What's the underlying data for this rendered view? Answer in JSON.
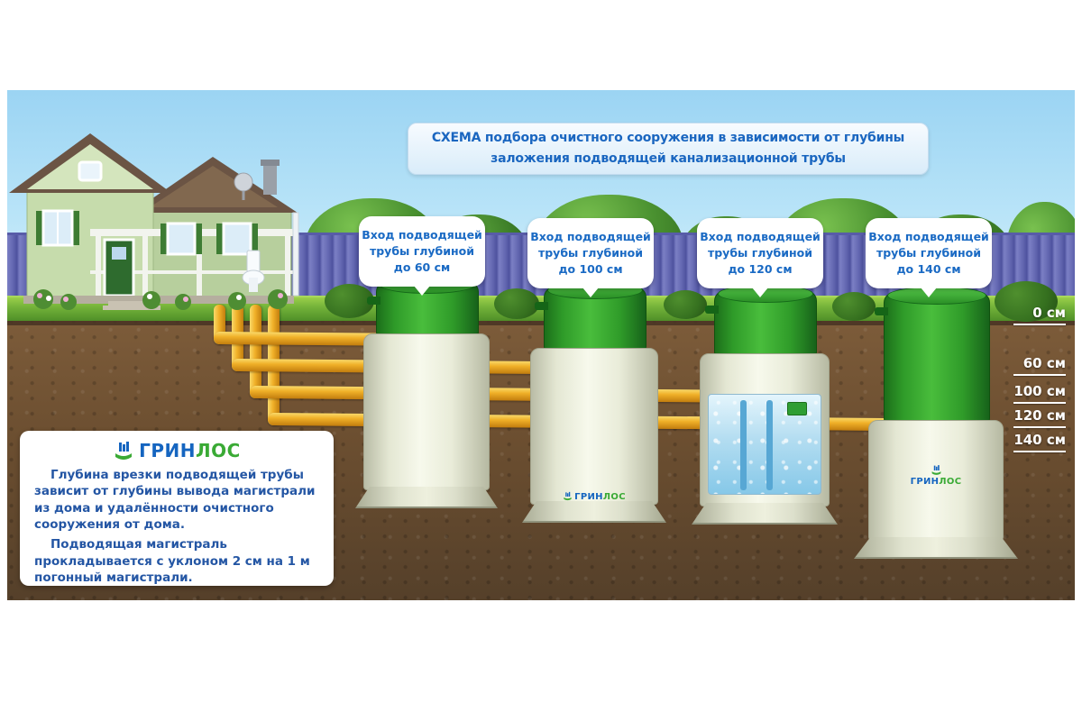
{
  "title": {
    "line1": "СХЕМА подбора очистного сооружения в зависимости от глубины",
    "line2": "заложения подводящей канализационной трубы"
  },
  "callouts": [
    {
      "line1": "Вход подводящей",
      "line2": "трубы глубиной",
      "line3": "до 60 см"
    },
    {
      "line1": "Вход подводящей",
      "line2": "трубы глубиной",
      "line3": "до 100 см"
    },
    {
      "line1": "Вход подводящей",
      "line2": "трубы глубиной",
      "line3": "до 120 см"
    },
    {
      "line1": "Вход подводящей",
      "line2": "трубы глубиной",
      "line3": "до 140 см"
    }
  ],
  "depth_scale": [
    {
      "label": "0 см"
    },
    {
      "label": "60 см"
    },
    {
      "label": "100 см"
    },
    {
      "label": "120 см"
    },
    {
      "label": "140 см"
    }
  ],
  "brand": {
    "part1": "ГРИН",
    "part2": "ЛОС"
  },
  "info_box": {
    "paragraph1": "Глубина врезки подводящей трубы зависит от глубины вывода магистрали из дома и удалённости очистного сооружения от дома.",
    "paragraph2": "Подводящая магистраль прокладывается с уклоном 2 см на 1 м погонный магистрали."
  },
  "colors": {
    "title_text": "#1a66c0",
    "callout_text": "#1a6ac4",
    "info_text": "#2456a4",
    "brand_blue": "#1565c0",
    "brand_green": "#3aaa35",
    "pipe_yellow": "#f0b028",
    "tank_lid_green": "#2f9b29",
    "tank_body_beige": "#eef0de",
    "sky_blue": "#a9ddf6",
    "grass_green": "#74b33a",
    "soil_brown": "#6b4e30",
    "fence_violet": "#6468b2"
  }
}
